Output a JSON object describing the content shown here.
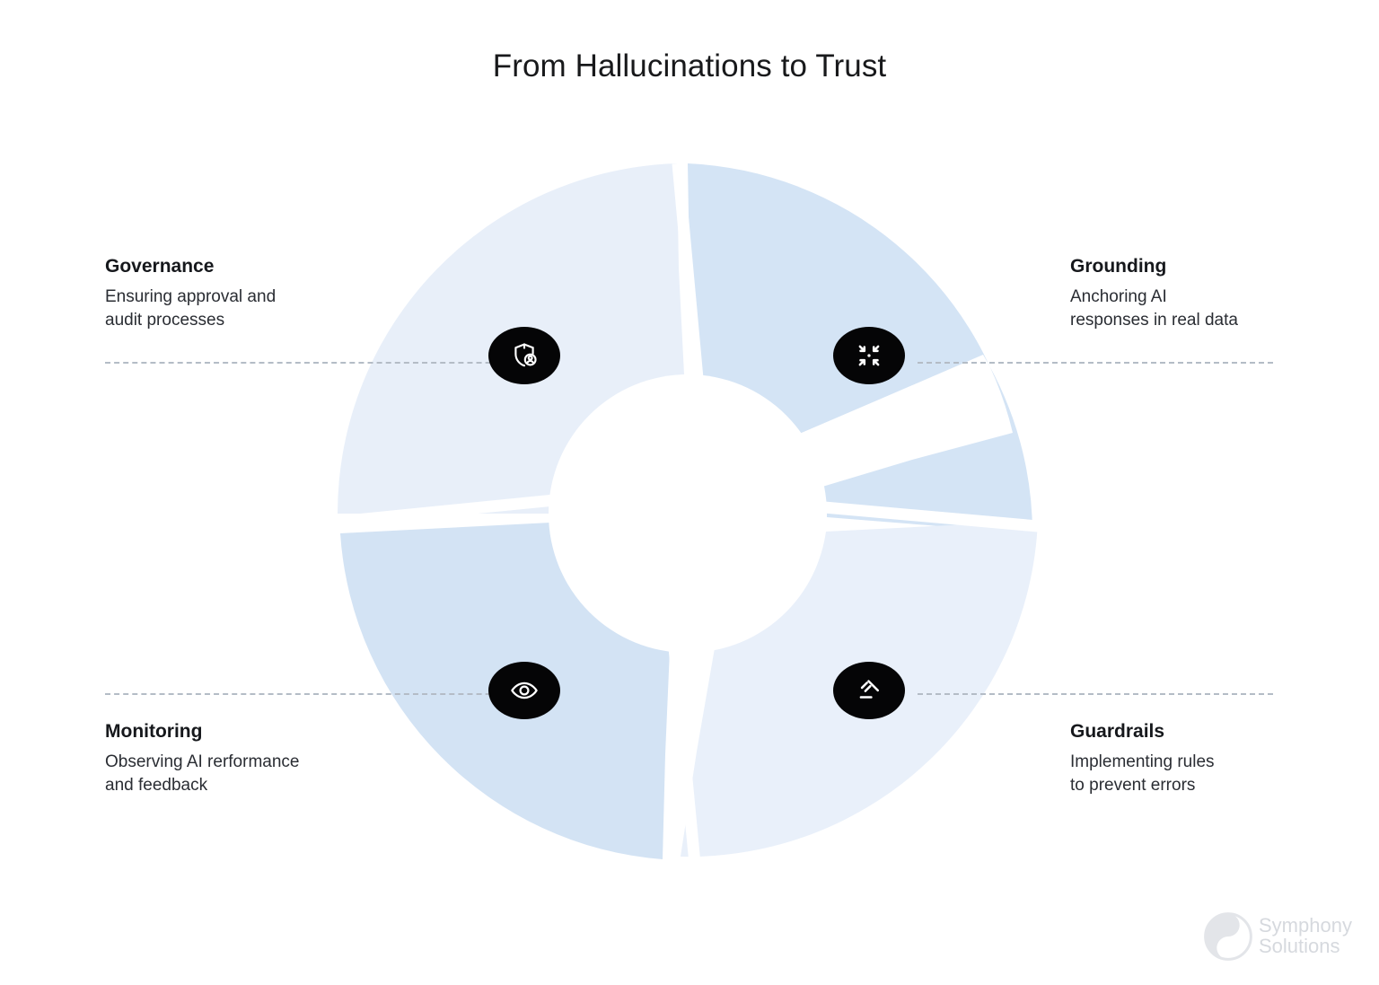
{
  "title": "From Hallucinations to Trust",
  "colors": {
    "background": "#ffffff",
    "badge": "#050506",
    "connector": "#b4bcc6",
    "title_text": "#18191b",
    "watermark": "#d6d9de",
    "segment_governance": "#e8eff9",
    "segment_grounding": "#d4e4f5",
    "segment_monitoring": "#d3e3f4",
    "segment_guardrails": "#e9f0fa"
  },
  "chart_data": {
    "type": "pie",
    "title": "From Hallucinations to Trust",
    "legend_position": "outside-corners",
    "grid": false,
    "categories": [
      "Governance",
      "Grounding",
      "Guardrails",
      "Monitoring"
    ],
    "values": [
      25,
      25,
      25,
      25
    ],
    "colors": [
      "#e8eff9",
      "#d4e4f5",
      "#e9f0fa",
      "#d3e3f4"
    ],
    "annotations": [
      "Ensuring approval  and audit processes",
      "Anchoring AI responses in real data",
      "Implementing rules to prevent errors",
      "Observing AI rerformance and feedback"
    ]
  },
  "segments": {
    "governance": {
      "title": "Governance",
      "description": "Ensuring approval  and\naudit processes",
      "icon": "shield-user-icon",
      "color": "#e8eff9"
    },
    "grounding": {
      "title": "Grounding",
      "description": "Anchoring AI\nresponses in real data",
      "icon": "focus-arrows-icon",
      "color": "#d4e4f5"
    },
    "monitoring": {
      "title": "Monitoring",
      "description": "Observing AI rerformance\nand feedback",
      "icon": "eye-icon",
      "color": "#d3e3f4"
    },
    "guardrails": {
      "title": "Guardrails",
      "description": "Implementing rules\nto prevent errors",
      "icon": "gavel-icon",
      "color": "#e9f0fa"
    }
  },
  "watermark": {
    "text": "Symphony\nSolutions",
    "mark": "symphony-swirl-logo"
  }
}
